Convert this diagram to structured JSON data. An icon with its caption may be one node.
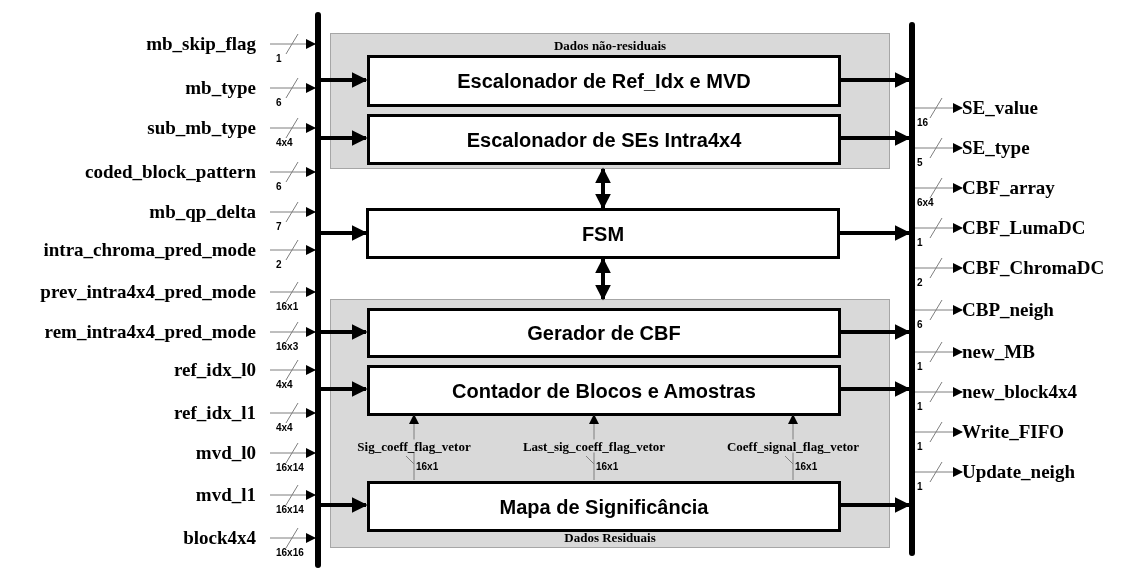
{
  "diagram": {
    "nodes": [
      {
        "text": [],
        "shape": "bar"
      },
      {
        "text": [],
        "shape": "bar"
      },
      {
        "text": [
          "Dados não-residuais"
        ]
      },
      {
        "text": [
          "Escalonador de Ref_Idx e MVD"
        ],
        "in": 2
      },
      {
        "text": [
          "Escalonador de SEs Intra4x4"
        ],
        "in": 2
      },
      {
        "text": [
          "FSM"
        ]
      },
      {
        "text": [
          "Dados Residuais"
        ]
      },
      {
        "text": [
          "Gerador de CBF"
        ],
        "in": 6
      },
      {
        "text": [
          "Contador de Blocos e Amostras"
        ],
        "in": 6
      },
      {
        "text": [
          "Mapa de Significância"
        ],
        "in": 6
      },
      {
        "text": [
          "mb_skip_flag"
        ]
      },
      {
        "text": [
          "mb_type"
        ]
      },
      {
        "text": [
          "sub_mb_type"
        ]
      },
      {
        "text": [
          "coded_block_pattern"
        ]
      },
      {
        "text": [
          "mb_qp_delta"
        ]
      },
      {
        "text": [
          "intra_chroma_pred_mode"
        ]
      },
      {
        "text": [
          "prev_intra4x4_pred_mode"
        ]
      },
      {
        "text": [
          "rem_intra4x4_pred_mode"
        ]
      },
      {
        "text": [
          "ref_idx_l0"
        ]
      },
      {
        "text": [
          "ref_idx_l1"
        ]
      },
      {
        "text": [
          "mvd_l0"
        ]
      },
      {
        "text": [
          "mvd_l1"
        ]
      },
      {
        "text": [
          "block4x4"
        ]
      },
      {
        "text": [
          "SE_value"
        ]
      },
      {
        "text": [
          "SE_type"
        ]
      },
      {
        "text": [
          "CBF_array"
        ]
      },
      {
        "text": [
          "CBF_LumaDC"
        ]
      },
      {
        "text": [
          "CBF_ChromaDC"
        ]
      },
      {
        "text": [
          "CBP_neigh"
        ]
      },
      {
        "text": [
          "new_MB"
        ]
      },
      {
        "text": [
          "new_block4x4"
        ]
      },
      {
        "text": [
          "Write_FIFO"
        ]
      },
      {
        "text": [
          "Update_neigh"
        ]
      }
    ],
    "edges": [
      {
        "from": 0,
        "to": 3,
        "arrow": "to",
        "style": "thick",
        "color": "#000000"
      },
      {
        "from": 0,
        "to": 4,
        "arrow": "to",
        "style": "thick",
        "color": "#000000"
      },
      {
        "from": 0,
        "to": 5,
        "arrow": "to",
        "style": "thick",
        "color": "#000000"
      },
      {
        "from": 0,
        "to": 7,
        "arrow": "to",
        "style": "thick",
        "color": "#000000"
      },
      {
        "from": 0,
        "to": 8,
        "arrow": "to",
        "style": "thick",
        "color": "#000000"
      },
      {
        "from": 0,
        "to": 9,
        "arrow": "to",
        "style": "thick",
        "color": "#000000"
      },
      {
        "from": 3,
        "to": 1,
        "arrow": "to",
        "style": "thick",
        "color": "#000000"
      },
      {
        "from": 4,
        "to": 1,
        "arrow": "to",
        "style": "thick",
        "color": "#000000"
      },
      {
        "from": 5,
        "to": 1,
        "arrow": "to",
        "style": "thick",
        "color": "#000000"
      },
      {
        "from": 7,
        "to": 1,
        "arrow": "to",
        "style": "thick",
        "color": "#000000"
      },
      {
        "from": 8,
        "to": 1,
        "arrow": "to",
        "style": "thick",
        "color": "#000000"
      },
      {
        "from": 9,
        "to": 1,
        "arrow": "to",
        "style": "thick",
        "color": "#000000"
      },
      {
        "from": 2,
        "to": 5,
        "arrow": "both",
        "style": "thick",
        "color": "#000000"
      },
      {
        "from": 5,
        "to": 6,
        "arrow": "both",
        "style": "thick",
        "color": "#000000"
      },
      {
        "from": 10,
        "to": 0,
        "arrow": "to",
        "label": "1"
      },
      {
        "from": 11,
        "to": 0,
        "arrow": "to",
        "label": "6"
      },
      {
        "from": 12,
        "to": 0,
        "arrow": "to",
        "label": "4x4"
      },
      {
        "from": 13,
        "to": 0,
        "arrow": "to",
        "label": "6"
      },
      {
        "from": 14,
        "to": 0,
        "arrow": "to",
        "label": "7"
      },
      {
        "from": 15,
        "to": 0,
        "arrow": "to",
        "label": "2"
      },
      {
        "from": 16,
        "to": 0,
        "arrow": "to",
        "label": "16x1"
      },
      {
        "from": 17,
        "to": 0,
        "arrow": "to",
        "label": "16x3"
      },
      {
        "from": 18,
        "to": 0,
        "arrow": "to",
        "label": "4x4"
      },
      {
        "from": 19,
        "to": 0,
        "arrow": "to",
        "label": "4x4"
      },
      {
        "from": 20,
        "to": 0,
        "arrow": "to",
        "label": "16x14"
      },
      {
        "from": 21,
        "to": 0,
        "arrow": "to",
        "label": "16x14"
      },
      {
        "from": 22,
        "to": 0,
        "arrow": "to",
        "label": "16x16"
      },
      {
        "from": 1,
        "to": 23,
        "arrow": "to",
        "label": "16"
      },
      {
        "from": 1,
        "to": 24,
        "arrow": "to",
        "label": "5"
      },
      {
        "from": 1,
        "to": 25,
        "arrow": "to",
        "label": "6x4"
      },
      {
        "from": 1,
        "to": 26,
        "arrow": "to",
        "label": "1"
      },
      {
        "from": 1,
        "to": 27,
        "arrow": "to",
        "label": "2"
      },
      {
        "from": 1,
        "to": 28,
        "arrow": "to",
        "label": "6"
      },
      {
        "from": 1,
        "to": 29,
        "arrow": "to",
        "label": "1"
      },
      {
        "from": 1,
        "to": 30,
        "arrow": "to",
        "label": "1"
      },
      {
        "from": 1,
        "to": 31,
        "arrow": "to",
        "label": "1"
      },
      {
        "from": 1,
        "to": 32,
        "arrow": "to",
        "label": "1"
      },
      {
        "from": 9,
        "to": 8,
        "arrow": "to",
        "label": "Sig_coeff_flag_vetor"
      },
      {
        "from": 9,
        "to": 8,
        "arrow": "to",
        "label": "Last_sig_coeff_flag_vetor"
      },
      {
        "from": 9,
        "to": 8,
        "arrow": "to",
        "label": "Coeff_signal_flag_vetor"
      }
    ],
    "labels": [
      "16x1",
      "16x1",
      "16x1"
    ]
  }
}
